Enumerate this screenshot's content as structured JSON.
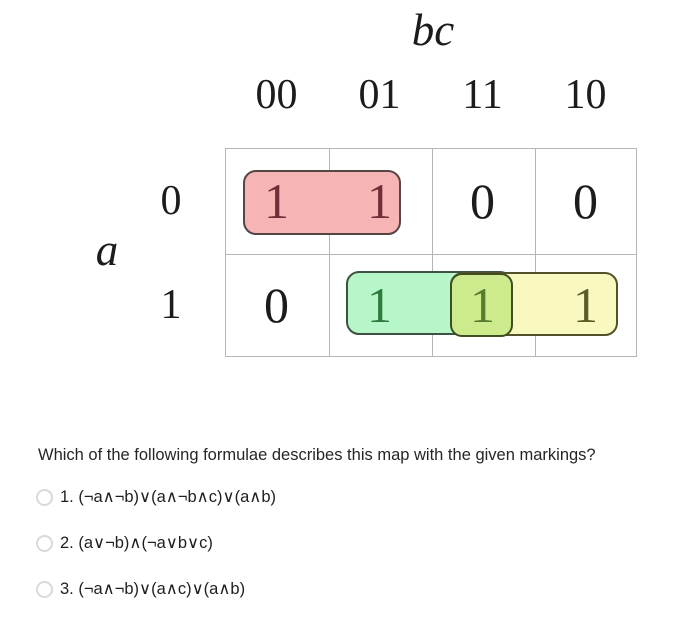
{
  "kmap": {
    "col_var_label": "bc",
    "row_var_label": "a",
    "col_headers": [
      "00",
      "01",
      "11",
      "10"
    ],
    "rows": [
      {
        "label": "0",
        "cells": [
          "1",
          "1",
          "0",
          "0"
        ]
      },
      {
        "label": "1",
        "cells": [
          "0",
          "1",
          "1",
          "1"
        ]
      }
    ],
    "groupings": [
      {
        "name": "red-group",
        "cells": "a=0, bc=00..01"
      },
      {
        "name": "green-group",
        "cells": "a=1, bc=01..11"
      },
      {
        "name": "yellow-group",
        "cells": "a=1, bc=11..10"
      },
      {
        "name": "overlap-group",
        "cells": "a=1, bc=11"
      }
    ]
  },
  "question": {
    "text": "Which of the following formulae describes this map with the given markings?",
    "options": [
      {
        "label": "1. (¬a∧¬b)∨(a∧¬b∧c)∨(a∧b)",
        "selected": false
      },
      {
        "label": "2. (a∨¬b)∧(¬a∨b∨c)",
        "selected": false
      },
      {
        "label": "3. (¬a∧¬b)∨(a∧c)∨(a∧b)",
        "selected": false
      }
    ]
  },
  "colors": {
    "text": "#1c1c1c",
    "grid": "#b5b5b5",
    "red_fill": "#f7b4b4",
    "red_border": "#564545",
    "red_text": "#722e38",
    "green_fill": "#b7f6c8",
    "green_border": "#3d5240",
    "green_text": "#2e7a3c",
    "overlap_fill": "#cdea8c",
    "overlap_border": "#3f4d20",
    "overlap_text": "#567c2e",
    "yellow_fill": "#f9f9bf",
    "yellow_border": "#51512b",
    "yellow_text": "#5c5c28",
    "radio_border": "#d9d9d9"
  }
}
